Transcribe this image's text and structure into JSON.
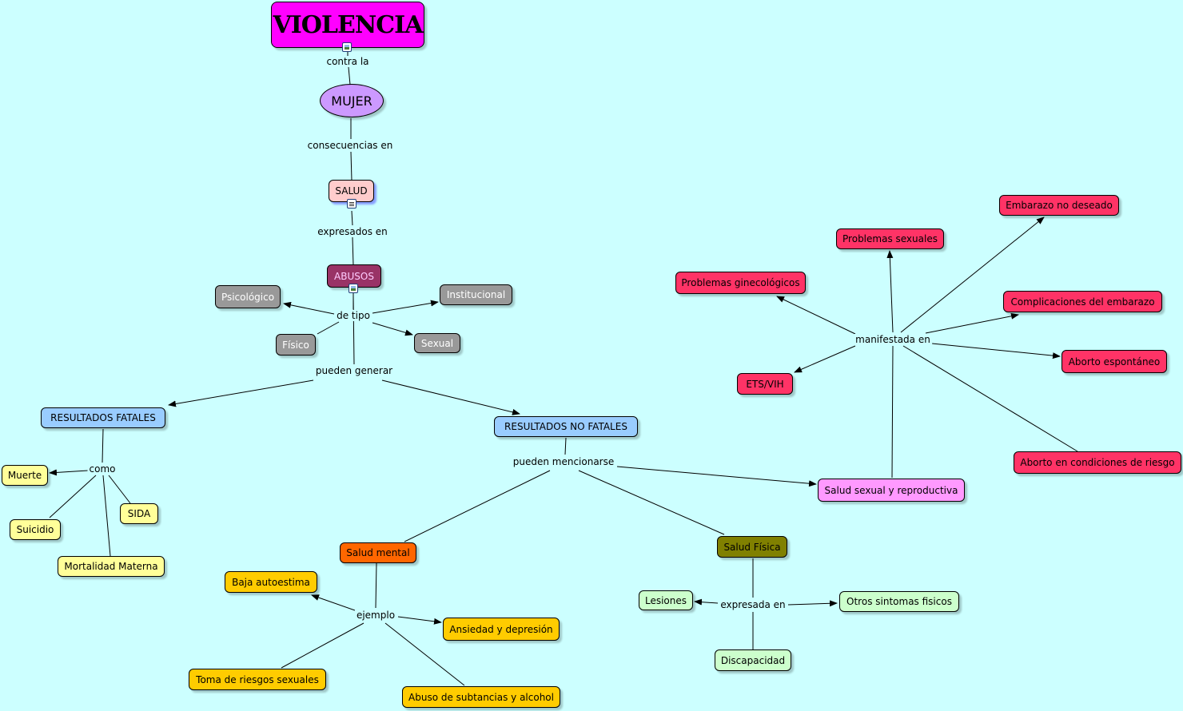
{
  "root": {
    "title": "VIOLENCIA",
    "fill": "#ff00ff"
  },
  "nodes": {
    "mujer": {
      "label": "MUJER",
      "fill": "#cc99ff"
    },
    "salud": {
      "label": "SALUD",
      "fill": "#ffcccc"
    },
    "abusos": {
      "label": "ABUSOS",
      "fill": "#993366"
    },
    "psicologico": {
      "label": "Psicológico",
      "fill": "#999999"
    },
    "institucional": {
      "label": "Institucional",
      "fill": "#999999"
    },
    "fisico": {
      "label": "Físico",
      "fill": "#999999"
    },
    "sexual": {
      "label": "Sexual",
      "fill": "#999999"
    },
    "resultados_fatales": {
      "label": "RESULTADOS FATALES",
      "fill": "#99ccff"
    },
    "resultados_no_fatales": {
      "label": "RESULTADOS NO FATALES",
      "fill": "#99ccff"
    },
    "muerte": {
      "label": "Muerte",
      "fill": "#ffff99"
    },
    "sida": {
      "label": "SIDA",
      "fill": "#ffff99"
    },
    "suicidio": {
      "label": "Suicidio",
      "fill": "#ffff99"
    },
    "mortalidad_materna": {
      "label": "Mortalidad Materna",
      "fill": "#ffff99"
    },
    "salud_sexual": {
      "label": "Salud sexual y reproductiva",
      "fill": "#ff99ff"
    },
    "salud_mental": {
      "label": "Salud mental",
      "fill": "#ff6600"
    },
    "salud_fisica": {
      "label": "Salud Física",
      "fill": "#808000"
    },
    "baja_autoestima": {
      "label": "Baja autoestima",
      "fill": "#ffcc00"
    },
    "ansiedad": {
      "label": "Ansiedad y depresión",
      "fill": "#ffcc00"
    },
    "toma_riesgos": {
      "label": "Toma de riesgos sexuales",
      "fill": "#ffcc00"
    },
    "abuso_sustancias": {
      "label": "Abuso de subtancias y alcohol",
      "fill": "#ffcc00"
    },
    "lesiones": {
      "label": "Lesiones",
      "fill": "#ccffcc"
    },
    "otros_sintomas": {
      "label": "Otros sintomas fisicos",
      "fill": "#ccffcc"
    },
    "discapacidad": {
      "label": "Discapacidad",
      "fill": "#ccffcc"
    },
    "embarazo_no_deseado": {
      "label": "Embarazo no deseado",
      "fill": "#ff3366"
    },
    "problemas_sexuales": {
      "label": "Problemas sexuales",
      "fill": "#ff3366"
    },
    "problemas_ginecologicos": {
      "label": "Problemas ginecológicos",
      "fill": "#ff3366"
    },
    "complicaciones_embarazo": {
      "label": "Complicaciones del embarazo",
      "fill": "#ff3366"
    },
    "aborto_espontaneo": {
      "label": "Aborto espontáneo",
      "fill": "#ff3366"
    },
    "ets_vih": {
      "label": "ETS/VIH",
      "fill": "#ff3366"
    },
    "aborto_riesgo": {
      "label": "Aborto en condiciones de riesgo",
      "fill": "#ff3366"
    }
  },
  "links": {
    "contra_la": "contra la",
    "consecuencias_en": "consecuencias en",
    "expresados_en": "expresados en",
    "de_tipo": "de tipo",
    "pueden_generar": "pueden generar",
    "como": "como",
    "pueden_mencionarse": "pueden mencionarse",
    "ejemplo": "ejemplo",
    "expresada_en": "expresada en",
    "manifestada_en": "manifestada en"
  },
  "icons": {
    "violencia_resource": "image-resource-icon",
    "salud_resource": "document-resource-icon",
    "abusos_resource": "image-resource-icon"
  }
}
